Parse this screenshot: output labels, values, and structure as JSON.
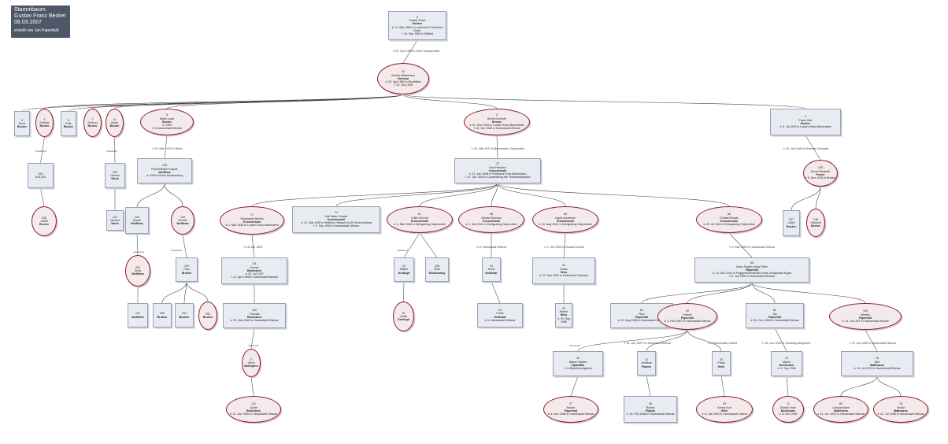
{
  "header": {
    "title": "Stammbaum",
    "name": "Gustav Franz Becker",
    "date": "08.03.2007",
    "author": "erstellt von Jan Papenfuß"
  },
  "colors": {
    "male_fill": "#e9ebf2",
    "female_border": "#8b1a2a",
    "header_bg": "#4d5768"
  },
  "persons": [
    {
      "id": "p6",
      "type": "m",
      "lines": [
        "6",
        "Gustav Franz"
      ],
      "surname": "Becker",
      "extra": [
        "∗ 21. Mär 1880 in Losken/Hof Preußisch Eylau",
        "† 19. Sep 1960 in Bülfeld"
      ]
    },
    {
      "id": "p93",
      "type": "f",
      "lines": [
        "93",
        "Bertha Wilhelmina"
      ],
      "surname": "Nievand",
      "extra": [
        "∗ 25. Apr 1883 in Beydritten",
        "† 10. Okt 1948"
      ]
    },
    {
      "id": "p3",
      "type": "m",
      "lines": [
        "3",
        "Ernst"
      ],
      "surname": "Becker",
      "extra": []
    },
    {
      "id": "p5",
      "type": "f",
      "lines": [
        "5",
        "Elfriede"
      ],
      "surname": "Becker",
      "extra": []
    },
    {
      "id": "p6b",
      "type": "m",
      "lines": [
        "6",
        "Fritz"
      ],
      "surname": "Becker",
      "extra": []
    },
    {
      "id": "p7",
      "type": "f",
      "lines": [
        "7",
        "Gertrud"
      ],
      "surname": "Becker",
      "extra": []
    },
    {
      "id": "p10",
      "type": "f",
      "lines": [
        "10",
        "Berta"
      ],
      "surname": "Becker",
      "extra": []
    },
    {
      "id": "p8",
      "type": "f",
      "lines": [
        "8",
        "Marie Luise"
      ],
      "surname": "Becker",
      "extra": [
        "∗ 1909",
        "† in Hansestadt Wismar"
      ]
    },
    {
      "id": "p2",
      "type": "f",
      "lines": [
        "2",
        "Berta Gertrude"
      ],
      "surname": "Becker",
      "extra": [
        "∗ 21. Nov 1916 in Losken Kreis Bartenstein",
        "† 28. Jun 1956 in Hansestadt Wismar"
      ]
    },
    {
      "id": "p4",
      "type": "m",
      "lines": [
        "4",
        "Franz Otto"
      ],
      "surname": "Becker",
      "extra": [
        "∗ 8. Jul 1919 in Losken Kreis Bartenstein"
      ]
    },
    {
      "id": "p324",
      "type": "m",
      "lines": [
        "324",
        "N.N.324"
      ],
      "surname": "",
      "extra": []
    },
    {
      "id": "p120",
      "type": "m",
      "lines": [
        "120",
        "Helmut"
      ],
      "surname": "Wenk",
      "extra": []
    },
    {
      "id": "p125",
      "type": "m",
      "lines": [
        "125",
        "Paul Wilhelm Kaspar"
      ],
      "surname": "Wolffram",
      "extra": [
        "∗ 1909 in Bruel Mecklenburg"
      ]
    },
    {
      "id": "p73",
      "type": "m",
      "lines": [
        "73",
        "Karl Friedrich"
      ],
      "surname": "Kroschewski",
      "extra": [
        "∗ 13. Jan 1908 in Friedland Kreis Bartenstein",
        "† 21. Jan 1944 in Lazarettberg bei Techuizbasazkov"
      ]
    },
    {
      "id": "p105",
      "type": "f",
      "lines": [
        "105",
        "Herta Elisabeth"
      ],
      "surname": "Peiser",
      "extra": [
        "∗ 5. Dez 1925 in Breslau"
      ]
    },
    {
      "id": "p238",
      "type": "f",
      "lines": [
        "238",
        "Judith"
      ],
      "surname": "Becker",
      "extra": []
    },
    {
      "id": "p121",
      "type": "m",
      "lines": [
        "121",
        "Norbert"
      ],
      "surname": "Wenk",
      "extra": []
    },
    {
      "id": "p124",
      "type": "m",
      "lines": [
        "124",
        "Ewald"
      ],
      "surname": "Wolffram",
      "extra": []
    },
    {
      "id": "p126",
      "type": "f",
      "lines": [
        "126",
        "Renate"
      ],
      "surname": "Wolffram",
      "extra": []
    },
    {
      "id": "p72",
      "type": "f",
      "lines": [
        "72",
        "Rosemarie Bertha"
      ],
      "surname": "Kroschewski",
      "extra": [
        "∗ 2. Mär 1936 in Losken Kreis Bartenstein"
      ]
    },
    {
      "id": "p71",
      "type": "m",
      "lines": [
        "71",
        "Karl Heinz Gustav"
      ],
      "surname": "Kroschewski",
      "extra": [
        "∗ 21. Mär 1939 in Woltheu Ottstadt Groß Friedrichsberg",
        "† 2. Sep 1956 in Hansestadt Wismar"
      ]
    },
    {
      "id": "p67",
      "type": "f",
      "lines": [
        "67",
        "Edith Gertrud"
      ],
      "surname": "Kroschewski",
      "extra": [
        "∗ 4. Mär 1940 in Königsberg Ostpreußen"
      ]
    },
    {
      "id": "p68",
      "type": "f",
      "lines": [
        "68",
        "Gisela Eleonore"
      ],
      "surname": "Kroschewski",
      "extra": [
        "∗ 1. Mai 1941 in Königsberg Ostpreußen"
      ]
    },
    {
      "id": "p69",
      "type": "f",
      "lines": [
        "69",
        "Ingrid Anneliese"
      ],
      "surname": "Kroschewski",
      "extra": [
        "∗ 20. Aug 1942 in Königsberg Ostpreußen"
      ]
    },
    {
      "id": "p66",
      "type": "f",
      "lines": [
        "66",
        "Christa Renate"
      ],
      "surname": "Kroschewski",
      "extra": [
        "∗ 29. Jul 1944 in Königsberg Ostpreußen"
      ]
    },
    {
      "id": "p247",
      "type": "m",
      "lines": [
        "247",
        "Ulrich"
      ],
      "surname": "Becker",
      "extra": []
    },
    {
      "id": "p248",
      "type": "f",
      "lines": [
        "248",
        "Gabriele"
      ],
      "surname": "Becker",
      "extra": []
    },
    {
      "id": "p203",
      "type": "f",
      "lines": [
        "203",
        "Erika"
      ],
      "surname": "Wolffram",
      "extra": []
    },
    {
      "id": "p129",
      "type": "m",
      "lines": [
        "129",
        "Paul"
      ],
      "surname": "Bruhns",
      "extra": []
    },
    {
      "id": "p111",
      "type": "m",
      "lines": [
        "111",
        "Jochen"
      ],
      "surname": "Radestock",
      "extra": [
        "∗ 30. Jul 1937",
        "† 21. Apr 1995 in Hansestadt Wismar"
      ]
    },
    {
      "id": "p31",
      "type": "m",
      "lines": [
        "31",
        "Walter"
      ],
      "surname": "Grotkopf",
      "extra": []
    },
    {
      "id": "p236",
      "type": "m",
      "lines": [
        "236",
        "Emil"
      ],
      "surname": "Klimkowsky",
      "extra": []
    },
    {
      "id": "p24",
      "type": "m",
      "lines": [
        "24",
        "Horst"
      ],
      "surname": "Gehlhaar",
      "extra": []
    },
    {
      "id": "p41",
      "type": "m",
      "lines": [
        "41",
        "Klaus"
      ],
      "surname": "Hess",
      "extra": [
        "∗ 23. Sep 1941 in Reichenau Sachsen"
      ]
    },
    {
      "id": "p65",
      "type": "m",
      "lines": [
        "65",
        "Hans Jürgen Klaus Peter"
      ],
      "surname": "Papenfuß",
      "extra": [
        "∗ 13. Dez 1944 in Poggenhof/Rebelitz Kreis Schaprode Rügen",
        "† 6. Jun 1999 in Hansestadt Wismar"
      ]
    },
    {
      "id": "p210",
      "type": "m",
      "lines": [
        "210"
      ],
      "surname": "Wolffram",
      "extra": []
    },
    {
      "id": "p296",
      "type": "m",
      "lines": [
        "296"
      ],
      "surname": "Bruhns",
      "extra": []
    },
    {
      "id": "p291",
      "type": "m",
      "lines": [
        "291"
      ],
      "surname": "Bruhns",
      "extra": []
    },
    {
      "id": "p290",
      "type": "f",
      "lines": [
        "290"
      ],
      "surname": "Bruhns",
      "extra": []
    },
    {
      "id": "p110",
      "type": "m",
      "lines": [
        "110",
        "Thomas"
      ],
      "surname": "Radestock",
      "extra": [
        "∗ 30. Mär 1960 in Hansestadt Wismar"
      ]
    },
    {
      "id": "p30",
      "type": "f",
      "lines": [
        "30",
        "Judith"
      ],
      "surname": "Grotkopf",
      "extra": []
    },
    {
      "id": "p23",
      "type": "m",
      "lines": [
        "23",
        "Frank"
      ],
      "surname": "Gehlhaar",
      "extra": [
        "∗ in Hansestadt Wismar"
      ]
    },
    {
      "id": "p42",
      "type": "m",
      "lines": [
        "42",
        "Robert"
      ],
      "surname": "Hess",
      "extra": [
        "∗ 20. Sep 1966"
      ]
    },
    {
      "id": "p64",
      "type": "m",
      "lines": [
        "64",
        "Rico"
      ],
      "surname": "Papenfuß",
      "extra": [
        "∗ 22. Aug 1965 in Hansestadt Wismar"
      ]
    },
    {
      "id": "p63",
      "type": "f",
      "lines": [
        "63",
        "Kathrin"
      ],
      "surname": "Papenfuß",
      "extra": [
        "∗ 4. Feb 1967 in Hansestadt Wismar"
      ]
    },
    {
      "id": "p62",
      "type": "m",
      "lines": [
        "62",
        "Jan"
      ],
      "surname": "Papenfuß",
      "extra": [
        "∗ 30. Dez 1968 in Hansestadt Wismar"
      ]
    },
    {
      "id": "p100",
      "type": "f",
      "lines": [
        "100",
        "Wiebke"
      ],
      "surname": "Papenfuß",
      "extra": [
        "∗ 24. Jul 1971 in Hansestadt Wismar"
      ]
    },
    {
      "id": "p17",
      "type": "f",
      "lines": [
        "17",
        "Gerdi"
      ],
      "surname": "Ballerjahn",
      "extra": []
    },
    {
      "id": "p16",
      "type": "m",
      "lines": [
        "16",
        "Naomi Sabine"
      ],
      "surname": "Djaballah",
      "extra": [
        "∗ in Bielefeld Algerien"
      ]
    },
    {
      "id": "p21",
      "type": "m",
      "lines": [
        "21",
        "Andreas"
      ],
      "surname": "Flatzek",
      "extra": []
    },
    {
      "id": "p25",
      "type": "m",
      "lines": [
        "25",
        "Frank"
      ],
      "surname": "Glein",
      "extra": []
    },
    {
      "id": "p12",
      "type": "m",
      "lines": [
        "12",
        "Marco"
      ],
      "surname": "Beckmann",
      "extra": [
        "∗ 3. Sep 1964"
      ]
    },
    {
      "id": "p75",
      "type": "m",
      "lines": [
        "75",
        "Dirk"
      ],
      "surname": "Matthaeus",
      "extra": [
        "∗ 14. Jul 1970 in Hansestadt Wismar"
      ]
    },
    {
      "id": "p112",
      "type": "f",
      "lines": [
        "112",
        "Judith"
      ],
      "surname": "Radestock",
      "extra": [
        "∗ 12. Jan 1985 in Hansestadt Wismar"
      ]
    },
    {
      "id": "p27",
      "type": "f",
      "lines": [
        "27",
        "Miriam"
      ],
      "surname": "Papenfuß",
      "extra": [
        "∗ 6. Nov 1988 in Hansestadt Wismar"
      ]
    },
    {
      "id": "p26",
      "type": "m",
      "lines": [
        "26",
        "Robert"
      ],
      "surname": "Flatzek",
      "extra": [
        "∗ 15. Feb 1988 in Hansestadt Wismar"
      ]
    },
    {
      "id": "p39",
      "type": "f",
      "lines": [
        "39",
        "Kenny Kurt"
      ],
      "surname": "Glein",
      "extra": [
        "∗ 6. Okt 1992 in Hansestadt Lübeck"
      ]
    },
    {
      "id": "p11",
      "type": "f",
      "lines": [
        "11",
        "Estelle Vone"
      ],
      "surname": "Beckmann",
      "extra": [
        "∗ 6. Dez 2002"
      ]
    },
    {
      "id": "p80",
      "type": "f",
      "lines": [
        "80",
        "Larissa Marie"
      ],
      "surname": "Matthaeus",
      "extra": [
        "∗ 11. Jun 1991 in Hansestadt Wismar"
      ]
    },
    {
      "id": "p78",
      "type": "f",
      "lines": [
        "78",
        "Emilia"
      ],
      "surname": "Matthaeus",
      "extra": [
        "∗ 21. Jul 1998 in Hansestadt Wismar"
      ]
    }
  ],
  "marriages": [
    {
      "id": "mar1",
      "text": "⚭ 26. Dez 1908 in Groß Schwansfeld"
    },
    {
      "id": "mar2",
      "text": "⚭ 29. Mär 1937 in Berlin"
    },
    {
      "id": "mar3",
      "text": "⚭ 29. Mär 1937 in Bartenstein Ostpreußen"
    },
    {
      "id": "mar4",
      "text": "⚭ 26. Jan 1946 in Weichen Seewald"
    },
    {
      "id": "mar5",
      "text": "⚭ 16. Apr 1959"
    },
    {
      "id": "mar6",
      "text": "⚭ in Hansestadt Wismar"
    },
    {
      "id": "mar7",
      "text": "⚭ 2. Okt 1959 in Jessdorf Aurolf"
    },
    {
      "id": "mar8",
      "text": "⚭ 2. Mai 1965 in Hansestadt Wismar"
    },
    {
      "id": "mar9",
      "text": "⚭ 31. Jan 1987 in Hansestadt Wismar"
    },
    {
      "id": "mar10",
      "text": "⚭ in Hansestadt Lübeck"
    },
    {
      "id": "mar11",
      "text": "⚭ 18. Nov 2004 in Hamburg Bergedorf"
    },
    {
      "id": "mar12",
      "text": "⚭ 31. Apr 1998 in Hansestadt Wismar"
    }
  ],
  "unknown_label": "unbekannt"
}
